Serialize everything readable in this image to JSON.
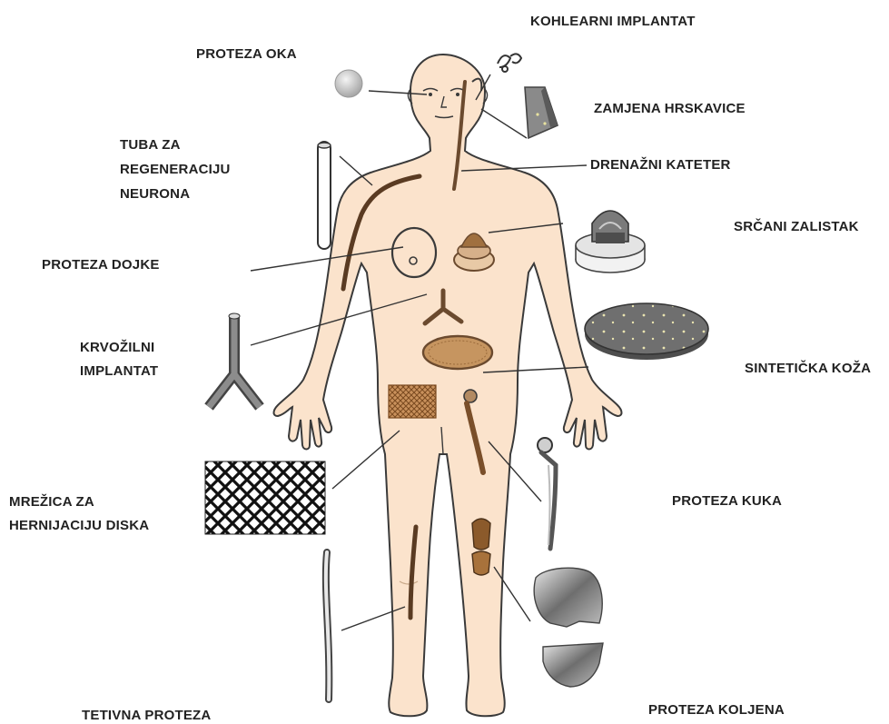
{
  "labels": {
    "cochlear": "KOHLEARNI IMPLANTAT",
    "eye": "PROTEZA OKA",
    "cartilage": "ZAMJENA HRSKAVICE",
    "neuron_tube": [
      "TUBA ZA",
      "REGENERACIJU",
      "NEURONA"
    ],
    "drain": "DRENAŽNI KATETER",
    "heart_valve": "SRČANI ZALISTAK",
    "breast": "PROTEZA DOJKE",
    "vascular": [
      "KRVOŽILNI",
      "IMPLANTAT"
    ],
    "skin": "SINTETIČKA KOŽA",
    "mesh": [
      "MREŽICA ZA",
      "HERNIJACIJU DISKA"
    ],
    "hip": "PROTEZA KUKA",
    "tendon": "TETIVNA PROTEZA",
    "knee": "PROTEZA KOLJENA"
  },
  "colors": {
    "skin": "#fbe3cc",
    "outline": "#3a3a3a",
    "implant_brown": "#8b5a2b",
    "implant_tan": "#d9a871",
    "metal_gray": "#808080",
    "leader_line": "#333333"
  }
}
